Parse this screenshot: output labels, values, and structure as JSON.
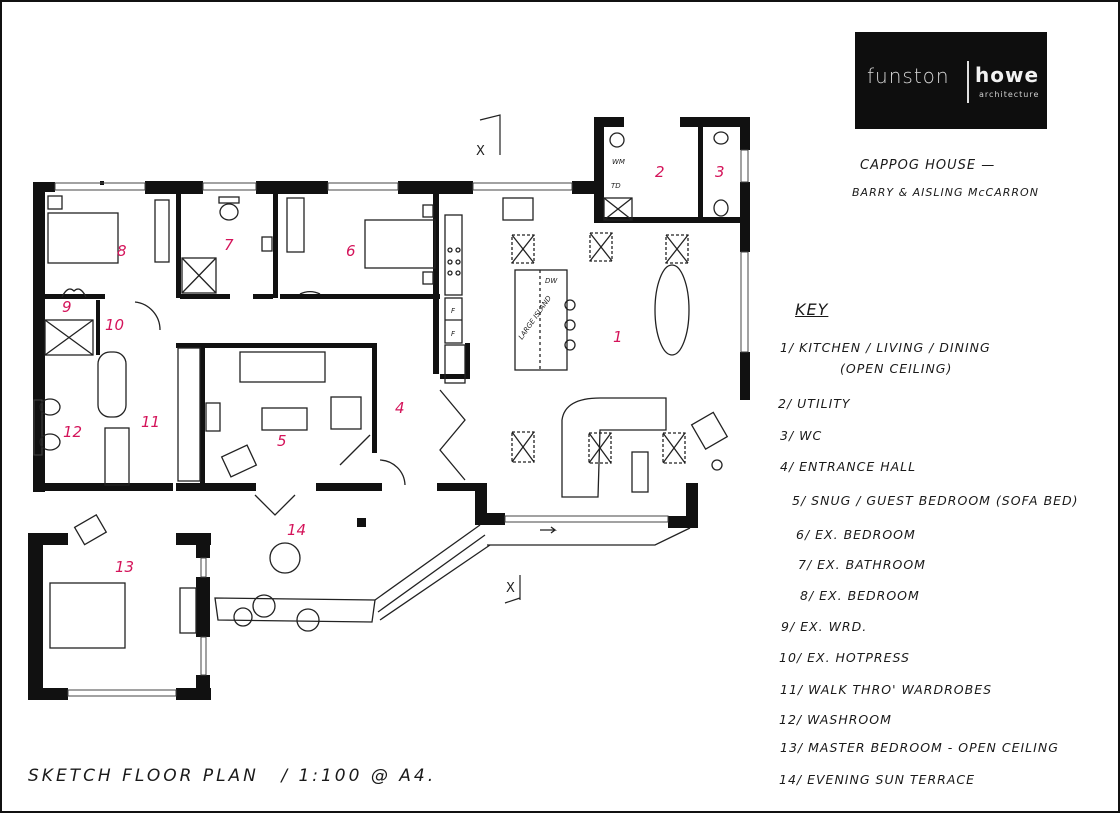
{
  "logo": {
    "name_left": "funston",
    "name_right": "howe",
    "subtitle": "architecture"
  },
  "project": {
    "title": "CAPPOG HOUSE —",
    "client": "BARRY & AISLING McCARRON"
  },
  "key": {
    "title": "KEY",
    "items": [
      {
        "num": "1/",
        "label": "KITCHEN / LIVING / DINING",
        "sub": "(OPEN CEILING)"
      },
      {
        "num": "2/",
        "label": "UTILITY"
      },
      {
        "num": "3/",
        "label": "WC"
      },
      {
        "num": "4/",
        "label": "ENTRANCE HALL"
      },
      {
        "num": "5/",
        "label": "SNUG / GUEST BEDROOM (SOFA BED)"
      },
      {
        "num": "6/",
        "label": "EX. BEDROOM"
      },
      {
        "num": "7/",
        "label": "EX. BATHROOM"
      },
      {
        "num": "8/",
        "label": "EX. BEDROOM"
      },
      {
        "num": "9/",
        "label": "EX. WRD."
      },
      {
        "num": "10/",
        "label": "EX. HOTPRESS"
      },
      {
        "num": "11/",
        "label": "WALK THRO' WARDROBES"
      },
      {
        "num": "12/",
        "label": "WASHROOM"
      },
      {
        "num": "13/",
        "label": "MASTER BEDROOM - OPEN CEILING"
      },
      {
        "num": "14/",
        "label": "EVENING SUN TERRACE"
      }
    ]
  },
  "plan": {
    "room_numbers": [
      "1",
      "2",
      "3",
      "4",
      "5",
      "6",
      "7",
      "8",
      "9",
      "10",
      "11",
      "12",
      "13",
      "14"
    ],
    "annotations": {
      "island": "LARGE ISLAND",
      "dishwasher": "DW",
      "washing_machine": "WM",
      "tumble_dryer": "TD",
      "fridge_1": "F",
      "fridge_2": "F",
      "section_mark": "X"
    },
    "label_color": "#d4145a",
    "wall_color": "#111111"
  },
  "footer": {
    "title": "SKETCH FLOOR PLAN",
    "scale": "/ 1:100 @ A4."
  }
}
